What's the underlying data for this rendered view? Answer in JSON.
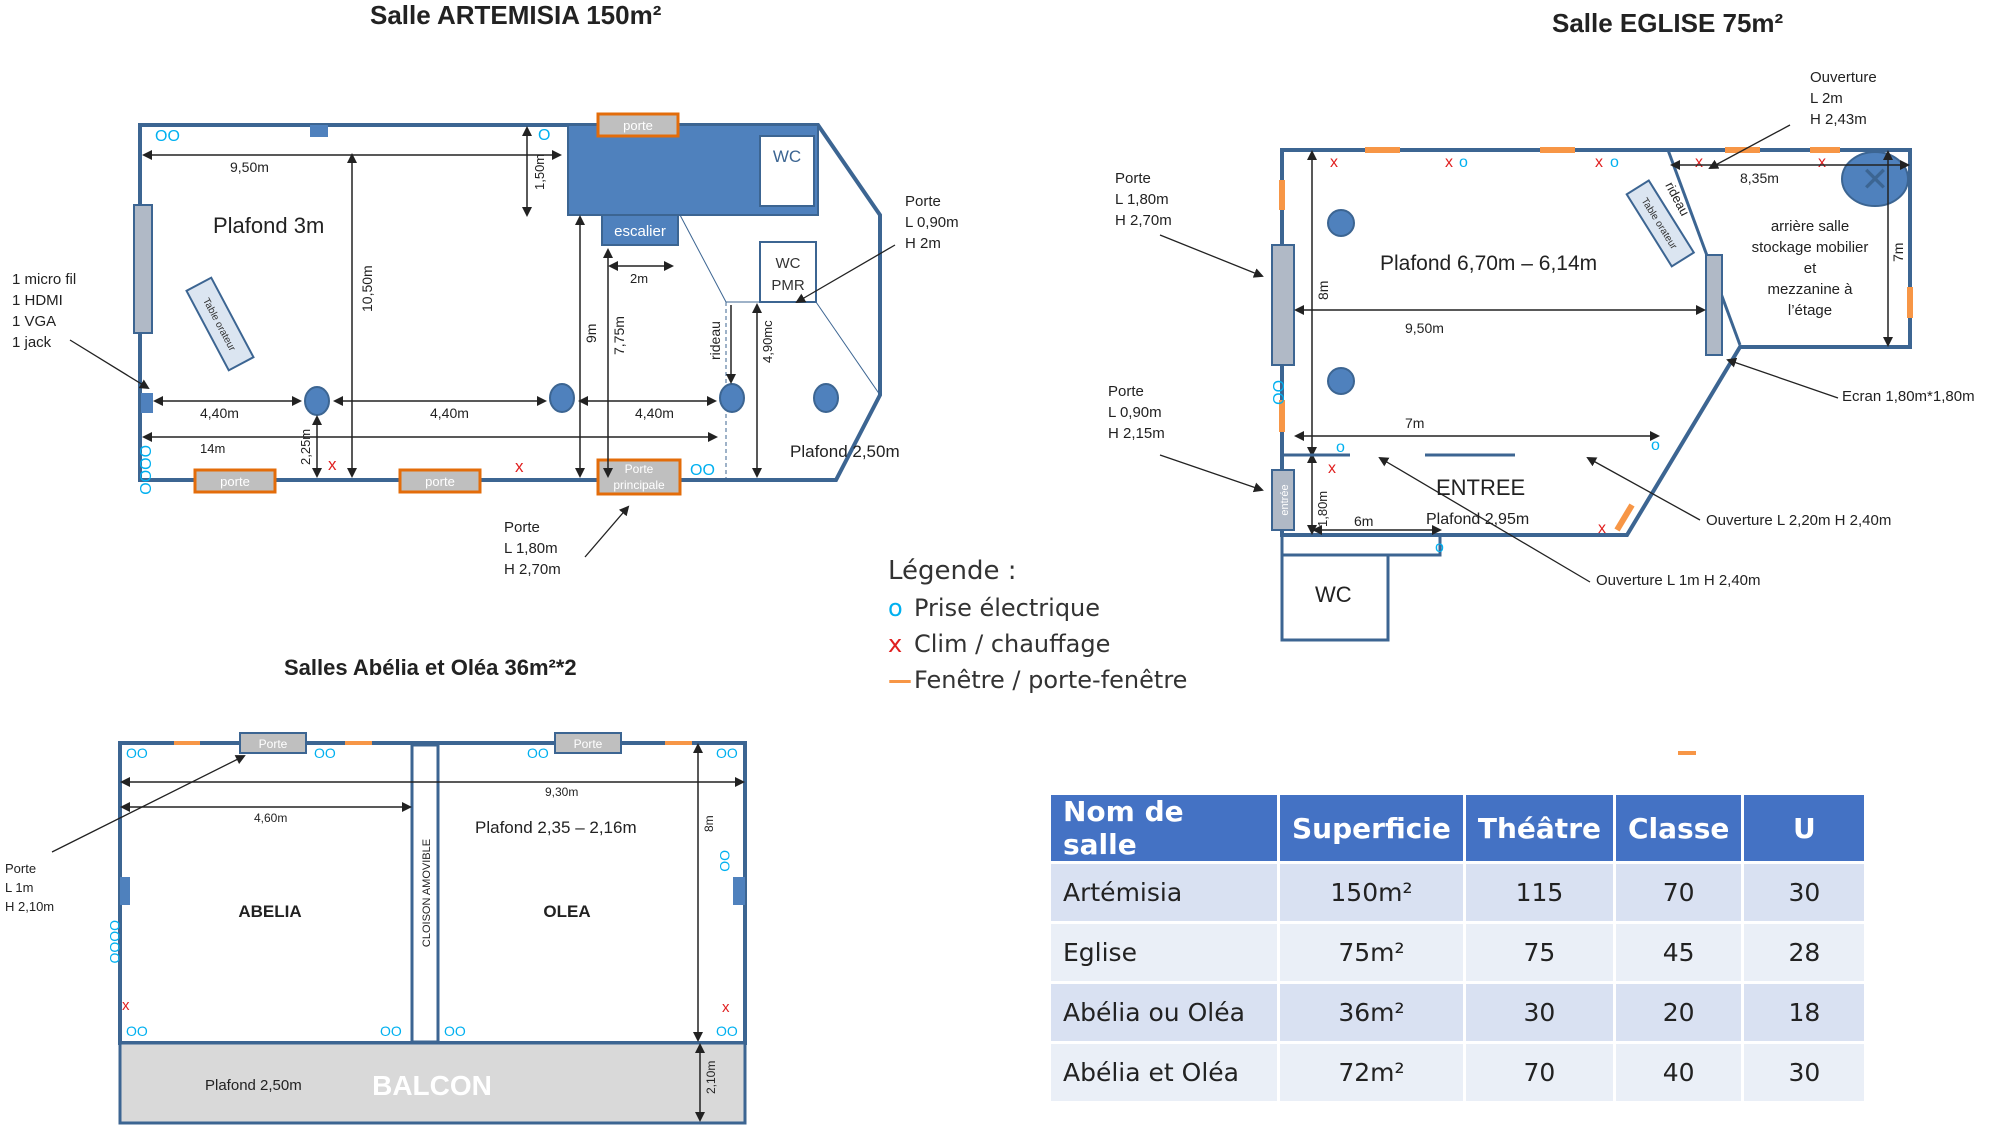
{
  "titles": {
    "artemisia": "Salle ARTEMISIA 150m²",
    "eglise": "Salle EGLISE 75m²",
    "abelia_olea": "Salles Abélia et Oléa 36m²*2"
  },
  "artemisia": {
    "ceiling_main": "Plafond 3m",
    "ceiling_low": "Plafond 2,50m",
    "wc": "WC",
    "wc_pmr": "WC\nPMR",
    "escalier": "escalier",
    "rideau": "rideau",
    "table_orateur": "Table orateur",
    "porte": "porte",
    "porte_principale": "Porte principale",
    "prise": "OO",
    "dims": {
      "d950": "9,50m",
      "d150": "1,50m",
      "d1050": "10,50m",
      "d9": "9m",
      "d775": "7,75m",
      "d2": "2m",
      "d490": "4,90mc",
      "d440": "4,40m",
      "d14": "14m",
      "d225": "2,25m"
    },
    "note_left": [
      "1 micro fil",
      "1 HDMI",
      "1 VGA",
      "1 jack"
    ],
    "note_porte_right": [
      "Porte",
      "L  0,90m",
      "H 2m"
    ],
    "note_porte_bottom": [
      "Porte",
      "L  1,80m",
      "H 2,70m"
    ]
  },
  "eglise": {
    "ceiling_main": "Plafond 6,70m – 6,14m",
    "entree": "ENTREE",
    "ceiling_entree": "Plafond 2,95m",
    "wc": "WC",
    "arriere": [
      "arrière salle",
      "stockage mobilier",
      "et",
      "mezzanine à",
      "l’étage"
    ],
    "rideau": "rideau",
    "table_orateur": "Table orateur",
    "entree_door": "entrée",
    "dims": {
      "d835": "8,35m",
      "d7v": "7m",
      "d8": "8m",
      "d950": "9,50m",
      "d7h": "7m",
      "d180": "1,80m",
      "d6": "6m"
    },
    "note_porte_left": [
      "Porte",
      "L  1,80m",
      "H 2,70m"
    ],
    "note_porte_left2": [
      "Porte",
      "L  0,90m",
      "H 2,15m"
    ],
    "note_ouverture_top": [
      "Ouverture",
      "L  2m",
      "H 2,43m"
    ],
    "note_ecran": "Ecran 1,80m*1,80m",
    "note_ouverture_r": "Ouverture L  2,20m  H 2,40m",
    "note_ouverture_b": "Ouverture L  1m H 2,40m"
  },
  "abelia": {
    "ceiling": "Plafond 2,35 – 2,16m",
    "abelia": "ABELIA",
    "olea": "OLEA",
    "cloison": "CLOISON AMOVIBLE",
    "balcon": "BALCON",
    "plafond_balcon": "Plafond 2,50m",
    "porte": "Porte",
    "dims": {
      "d930": "9,30m",
      "d460": "4,60m",
      "d8": "8m",
      "d210": "2,10m"
    },
    "note_porte": [
      "Porte",
      "L  1m",
      "H 2,10m"
    ]
  },
  "legend": {
    "title": "Légende :",
    "items": [
      {
        "symbol": "o",
        "label": "Prise électrique",
        "color": "#00b0f0"
      },
      {
        "symbol": "x",
        "label": "Clim / chauffage",
        "color": "#e02020"
      },
      {
        "symbol": "—",
        "label": "Fenêtre / porte-fenêtre",
        "color": "#f79646"
      }
    ]
  },
  "table": {
    "headers": [
      "Nom de salle",
      "Superficie",
      "Théâtre",
      "Classe",
      "U"
    ],
    "rows": [
      [
        "Artémisia",
        "150m²",
        "115",
        "70",
        "30"
      ],
      [
        "Eglise",
        "75m²",
        "75",
        "45",
        "28"
      ],
      [
        "Abélia ou Oléa",
        "36m²",
        "30",
        "20",
        "18"
      ],
      [
        "Abélia et Oléa",
        "72m²",
        "70",
        "40",
        "30"
      ]
    ]
  },
  "colors": {
    "wall": "#3c6592",
    "fill": "#4f81bd",
    "window": "#f79646",
    "socket": "#00b0f0",
    "clim": "#e02020",
    "door": "#bfbfbf"
  }
}
